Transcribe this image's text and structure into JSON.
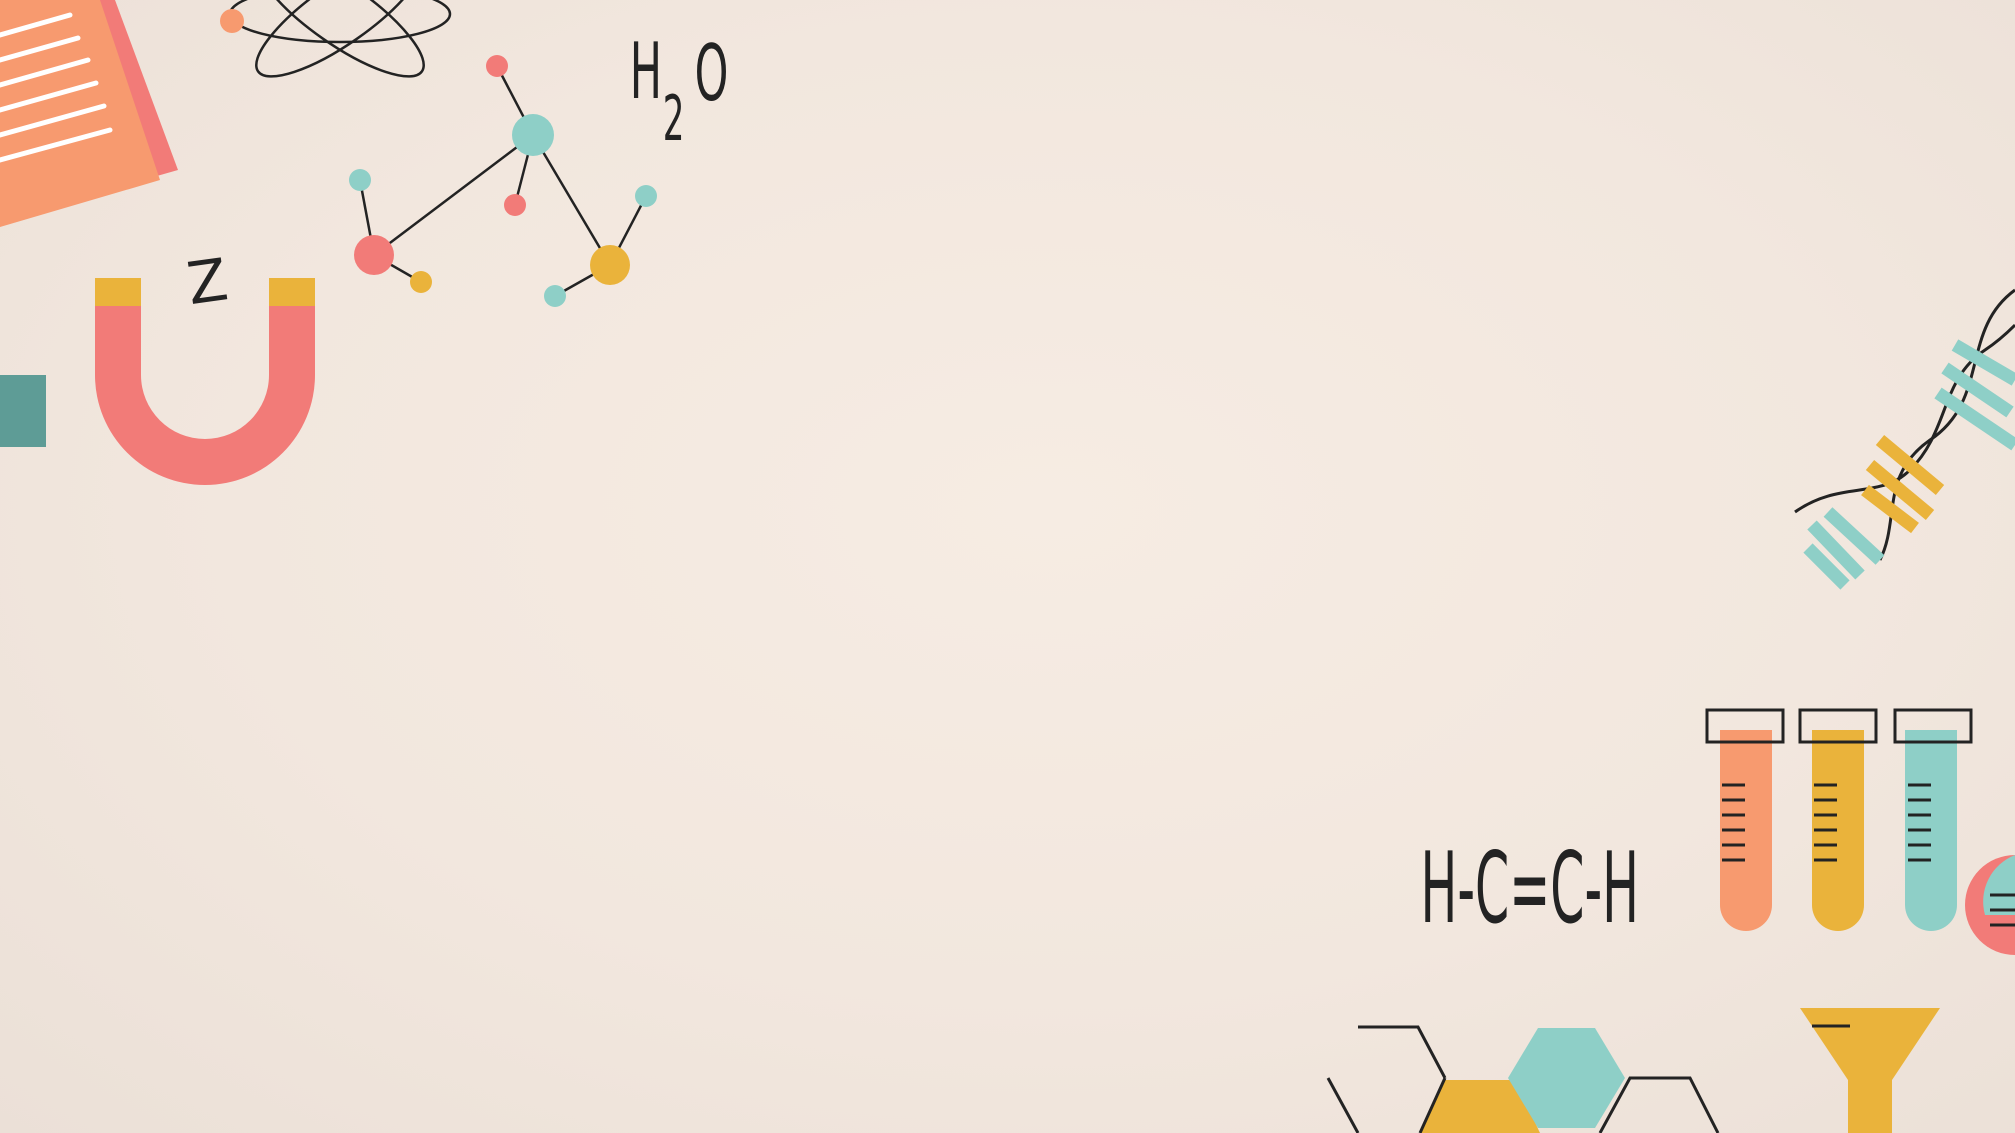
{
  "scene": {
    "formulas": {
      "water_h": "H",
      "water_sub": "2",
      "water_o": "O",
      "ethene": "H-C=C-H"
    },
    "magnet_letter": "Z"
  },
  "colors": {
    "background": "#f3e9e0",
    "coral": "#f27b78",
    "salmon": "#f79a6f",
    "mustard": "#eab33b",
    "teal": "#8ecfc7",
    "dark_teal": "#5e9c96",
    "ink": "#232323"
  },
  "icons": [
    "notebook-icon",
    "atom-icon",
    "molecule-icon",
    "magnet-icon",
    "dna-helix-icon",
    "test-tubes-icon",
    "hexagon-structure-icon",
    "funnel-icon",
    "flask-icon"
  ]
}
